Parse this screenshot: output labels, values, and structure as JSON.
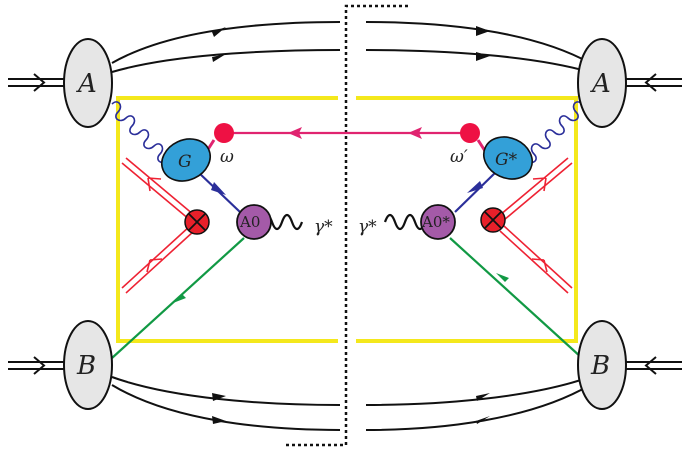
{
  "labels": {
    "blob_A": "A",
    "blob_B": "B",
    "soft_G": "G",
    "soft_G_conj": "G*",
    "vertex_A0": "A0",
    "vertex_A0_conj": "A0*",
    "omega": "ω",
    "omega_prime": "ω′",
    "photon": "γ*"
  },
  "colors": {
    "yellow_box": "#f4e81c",
    "gluon": "#2b2f9a",
    "quark_line": "#2b2f9a",
    "green_line": "#119944",
    "red_lines": "#ee2233",
    "magenta_line": "#e02470",
    "G_blob": "#33a0d8",
    "A0_blob": "#a45aa8",
    "hadron_blob": "#e6e6e6",
    "cross_vertex": "#e8202a",
    "omega_dot": "#ee1144",
    "black": "#111111"
  },
  "icons": {
    "cut_line": "dotted-cut-line",
    "cross": "crossed-circle-vertex"
  }
}
